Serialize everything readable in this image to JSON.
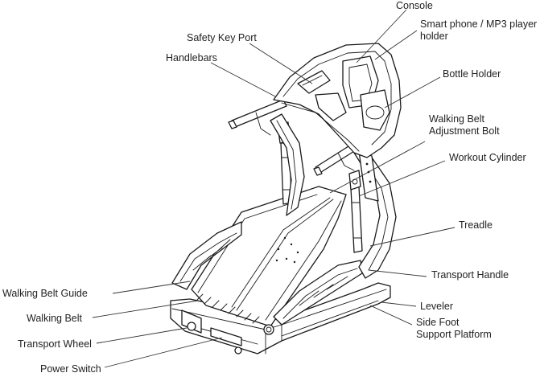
{
  "labels": {
    "console": "Console",
    "phone_holder_line1": "Smart phone / MP3 player",
    "phone_holder_line2": "holder",
    "safety_key_port": "Safety Key Port",
    "handlebars": "Handlebars",
    "bottle_holder": "Bottle Holder",
    "adjustment_bolt_line1": "Walking Belt",
    "adjustment_bolt_line2": "Adjustment Bolt",
    "workout_cylinder": "Workout Cylinder",
    "treadle": "Treadle",
    "transport_handle": "Transport Handle",
    "walking_belt_guide": "Walking Belt Guide",
    "leveler": "Leveler",
    "walking_belt": "Walking Belt",
    "side_foot_line1": "Side Foot",
    "side_foot_line2": "Support Platform",
    "transport_wheel": "Transport Wheel",
    "power_switch": "Power Switch"
  },
  "colors": {
    "line": "#1a1a1a",
    "text": "#222222",
    "background": "#ffffff"
  }
}
